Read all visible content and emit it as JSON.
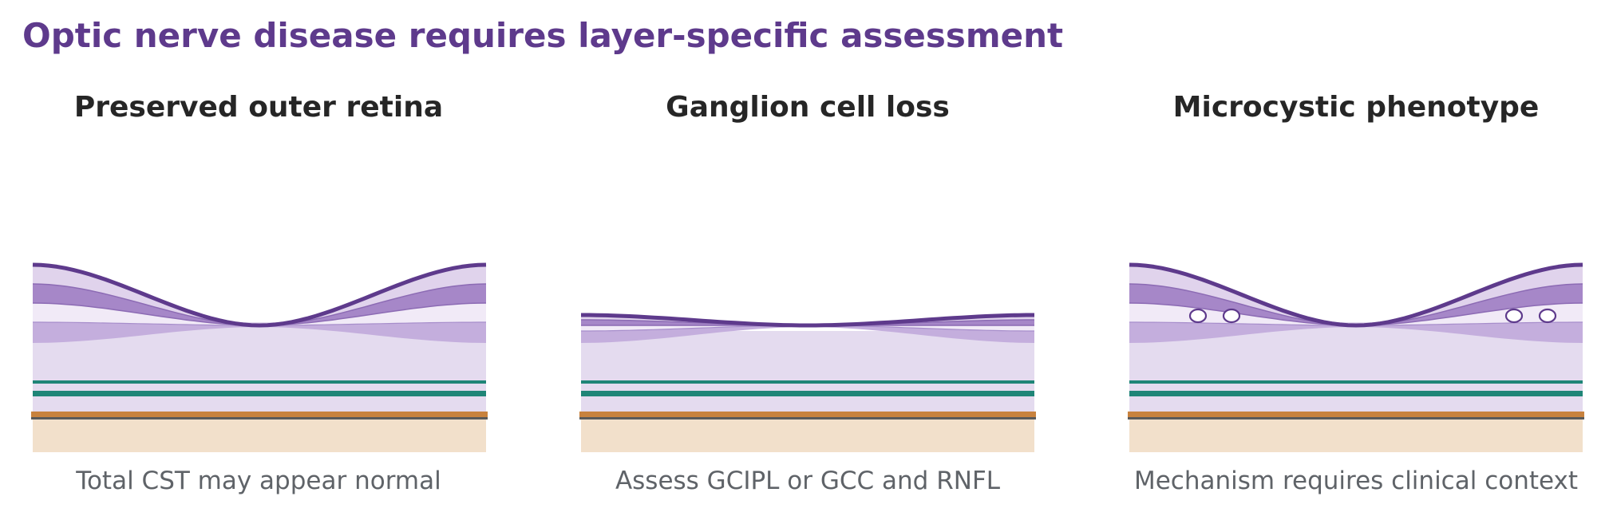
{
  "title": "Optic nerve disease requires layer-specific assessment",
  "panels": [
    {
      "heading": "Preserved outer retina",
      "caption": "Total CST may appear normal",
      "variant": "normal",
      "microcysts": false
    },
    {
      "heading": "Ganglion cell loss",
      "caption": "Assess GCIPL or GCC and RNFL",
      "variant": "thinned",
      "microcysts": false
    },
    {
      "heading": "Microcystic phenotype",
      "caption": "Mechanism requires clinical context",
      "variant": "normal",
      "microcysts": true
    }
  ],
  "colors": {
    "title": "#5e3a8c",
    "heading": "#262626",
    "caption": "#5f6368",
    "ilm": "#5e3a8c",
    "rnfl": "#e0d3ec",
    "gcl": "#a687c8",
    "ipl": "#f1eaf7",
    "inl": "#c4aedd",
    "outer": "#e4dbef",
    "teal": "#1f8577",
    "rpe": "#c8823e",
    "bruch": "#5a5a5a",
    "choroid": "#f2e0cb"
  }
}
